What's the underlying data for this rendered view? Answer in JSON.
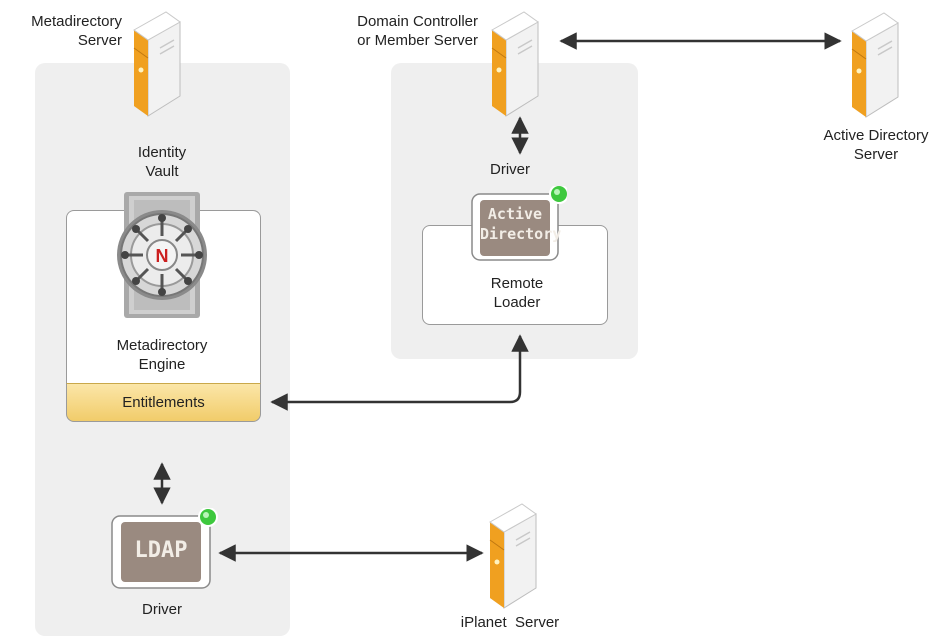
{
  "labels": {
    "metadirectory_server": [
      "Metadirectory",
      "Server"
    ],
    "domain_controller": [
      "Domain Controller",
      "or Member Server"
    ],
    "active_directory_server": [
      "Active Directory",
      "Server"
    ],
    "identity_vault": [
      "Identity",
      "Vault"
    ],
    "metadirectory_engine": [
      "Metadirectory",
      "Engine"
    ],
    "entitlements": "Entitlements",
    "ad_driver": "Driver",
    "remote_loader": [
      "Remote",
      "Loader"
    ],
    "ldap_driver": "Driver",
    "iplanet_server": "iPlanet  Server"
  },
  "icons": {
    "ad_driver_icon_text": [
      "Active",
      "Directory"
    ],
    "ldap_driver_icon_text": "LDAP",
    "vault_logo_letter": "N"
  },
  "colors": {
    "server_orange": "#f0a020",
    "status_green": "#3ec83e",
    "panel_gray": "#efefef",
    "entitlements_yellow": "#f6d984"
  }
}
